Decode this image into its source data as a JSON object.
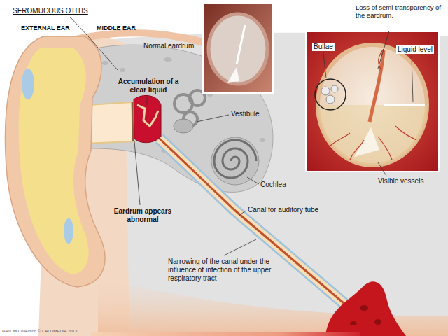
{
  "diagram": {
    "title": "SEROMUCOUS OTITIS",
    "labels": [
      "EXTERNAL EAR",
      "MIDDLE EAR",
      "Normal eardrum",
      "Accumulation of a clear liquid",
      "Vestibule",
      "Cochlea",
      "Eardrum appears abnormal",
      "Canal for auditory tube",
      "Narrowing of the canal under the influence of infection of the upper respiratory tract",
      "Loss of semi-transparency of the eardrum.",
      "Bullae",
      "Liquid level",
      "Visible vessels",
      "NATOM Collection © CALLIMEDIA 2013"
    ]
  }
}
